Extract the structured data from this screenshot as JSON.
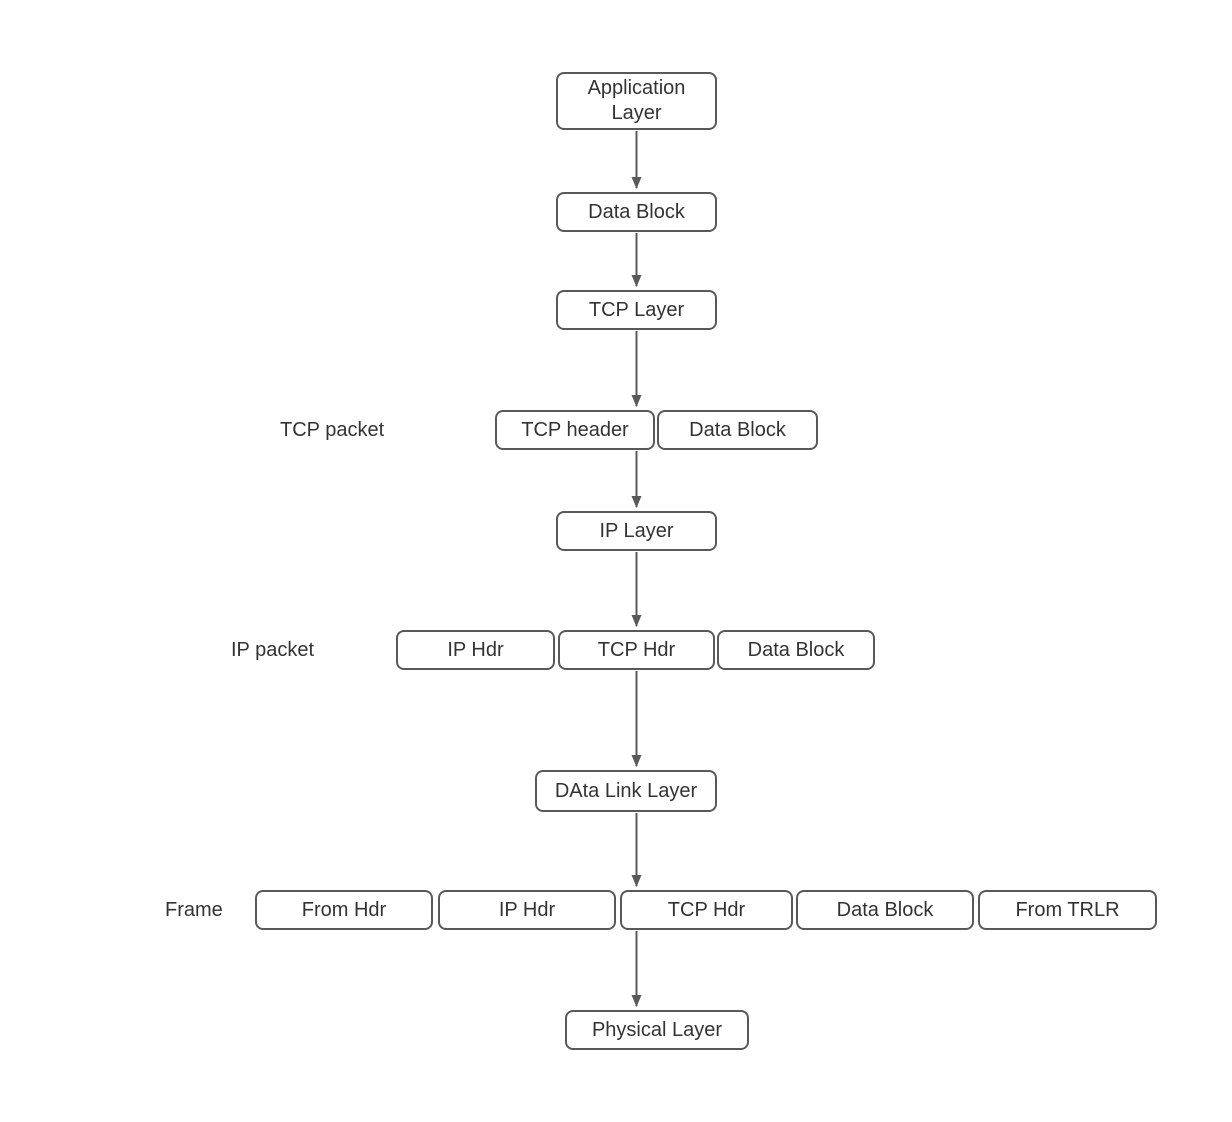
{
  "diagram": {
    "type": "flowchart",
    "description": "TCP/IP encapsulation layers"
  },
  "colors": {
    "border": "#595959",
    "arrow": "#595959",
    "text": "#333333",
    "background": "#ffffff"
  },
  "flow": {
    "application_layer": "Application Layer",
    "data_block": "Data Block",
    "tcp_layer": "TCP Layer",
    "ip_layer": "IP Layer",
    "data_link_layer": "DAta Link Layer",
    "physical_layer": "Physical Layer"
  },
  "tcp_packet": {
    "row_label": "TCP packet",
    "segments": [
      "TCP header",
      "Data Block"
    ]
  },
  "ip_packet": {
    "row_label": "IP packet",
    "segments": [
      "IP Hdr",
      "TCP Hdr",
      "Data Block"
    ]
  },
  "frame": {
    "row_label": "Frame",
    "segments": [
      "From Hdr",
      "IP Hdr",
      "TCP Hdr",
      "Data Block",
      "From TRLR"
    ]
  }
}
